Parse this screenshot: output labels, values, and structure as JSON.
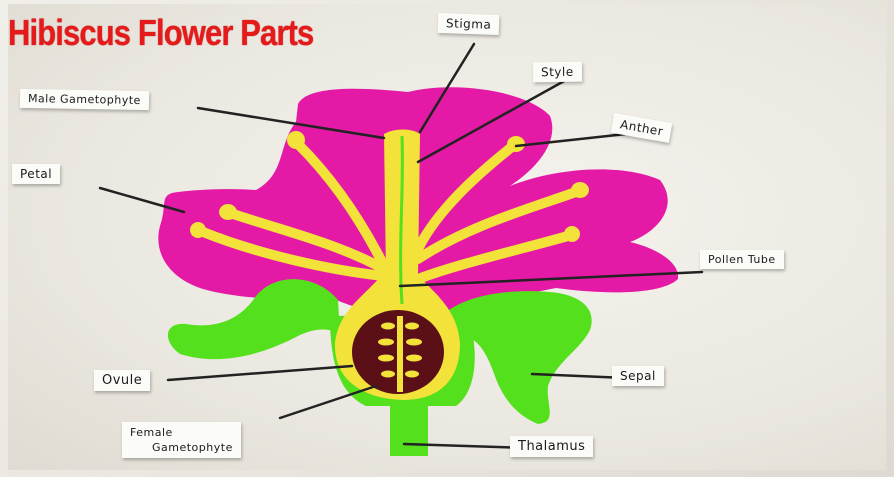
{
  "title": "Hibiscus Flower Parts",
  "labels": {
    "stigma": "Stigma",
    "style": "Style",
    "anther": "Anther",
    "male_gametophyte": "Male Gametophyte",
    "petal": "Petal",
    "pollen_tube": "Pollen Tube",
    "sepal": "Sepal",
    "ovule": "Ovule",
    "female_gametophyte_line1": "Female",
    "female_gametophyte_line2": "Gametophyte",
    "thalamus": "Thalamus"
  },
  "colors": {
    "title": "#e51b1b",
    "petal": "#e41aa6",
    "stamen": "#f2e23a",
    "sepal": "#55e01e",
    "ovule": "#5a1016",
    "pointer": "#222222"
  }
}
